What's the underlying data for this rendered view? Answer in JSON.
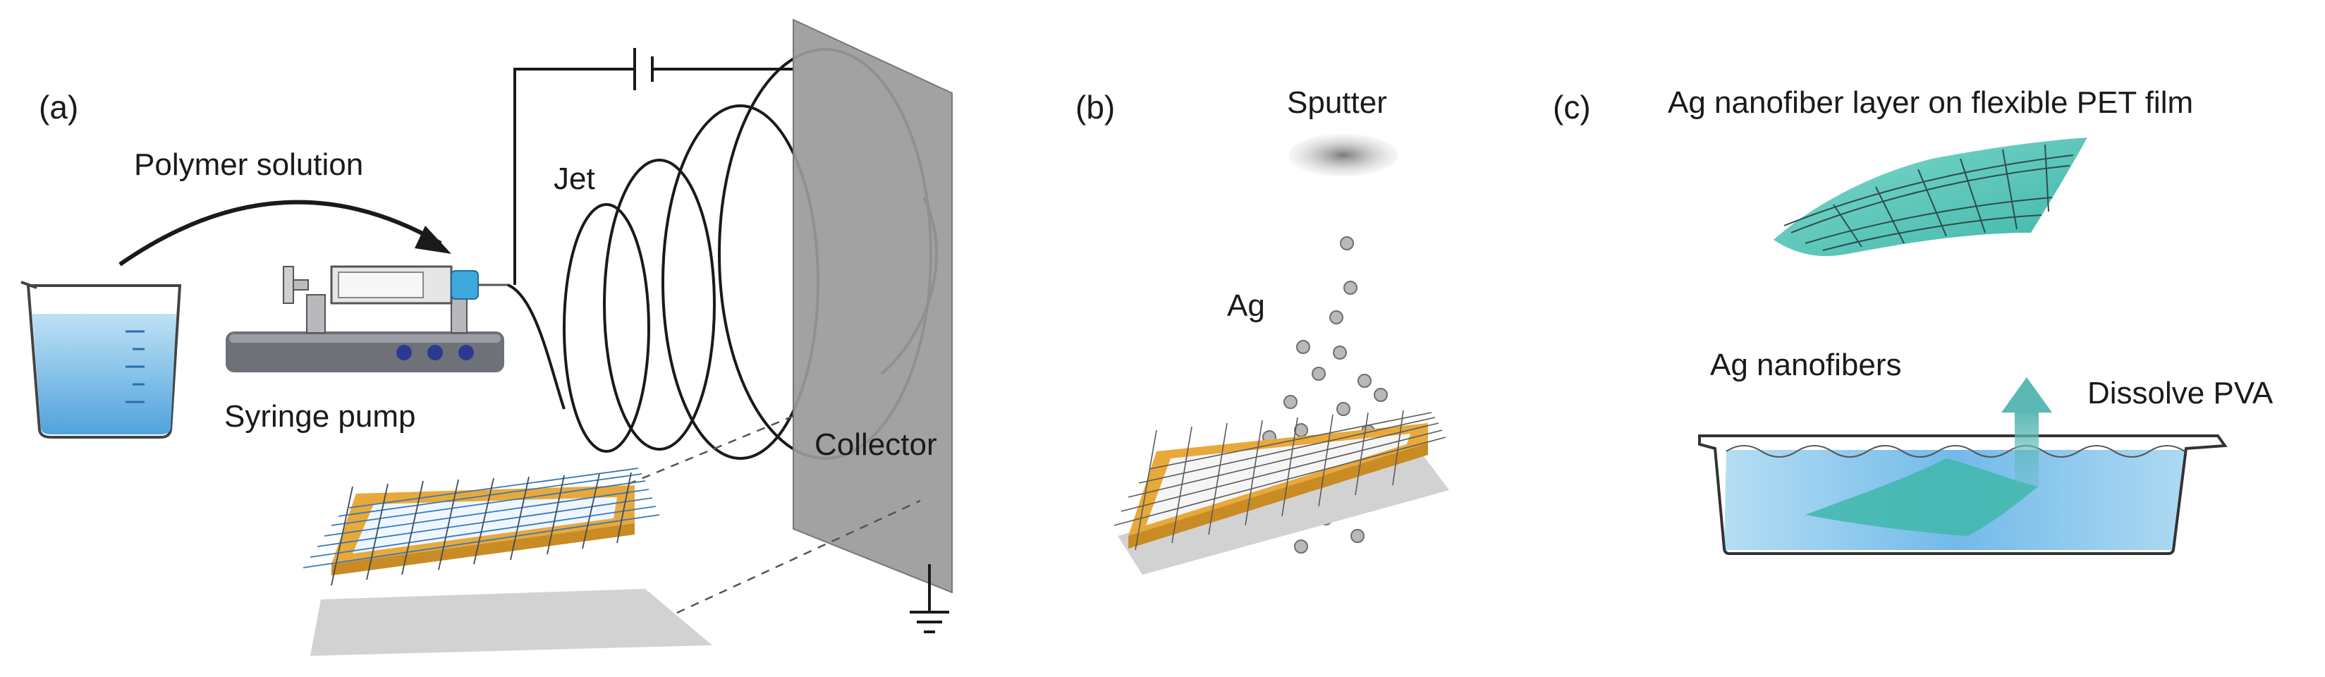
{
  "panels": {
    "a": {
      "label": "(a)",
      "polymer_solution": "Polymer solution",
      "syringe_pump": "Syringe pump",
      "jet": "Jet",
      "collector": "Collector"
    },
    "b": {
      "label": "(b)",
      "sputter": "Sputter",
      "ag": "Ag"
    },
    "c": {
      "label": "(c)",
      "ag_layer_on_pet": "Ag nanofiber layer on  flexible PET film",
      "ag_nanofibers": "Ag nanofibers",
      "dissolve_pva": "Dissolve PVA"
    }
  },
  "colors": {
    "liquid": "#8fc6ea",
    "frame": "#e8a93a",
    "collector": "#9a9a9a",
    "fiber_film": "#66cdbf",
    "arrow_teal": "#5bb8b5",
    "pump_body": "#6e7278",
    "knob": "#2b3990",
    "needle_tip": "#3fa9df"
  }
}
